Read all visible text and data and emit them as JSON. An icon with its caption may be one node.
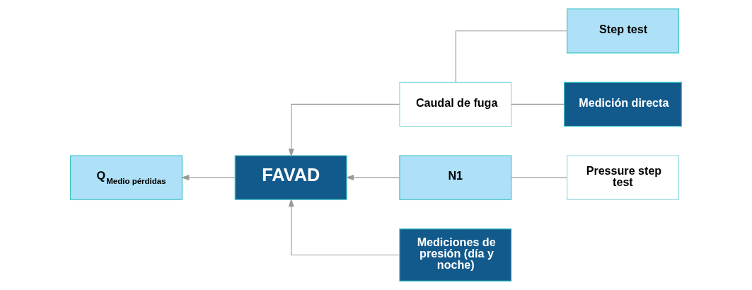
{
  "diagram": {
    "nodes": [
      {
        "text": [
          "Q$_{Medio pérdidas}$"
        ]
      },
      {
        "text": [
          "FAVAD"
        ]
      },
      {
        "text": [
          "Caudal de fuga"
        ]
      },
      {
        "text": [
          "Step test"
        ]
      },
      {
        "text": [
          "Medición directa"
        ]
      },
      {
        "text": [
          "N1"
        ]
      },
      {
        "text": [
          "Pressure step test"
        ]
      },
      {
        "text": [
          "Mediciones de presión (día y noche)"
        ]
      }
    ],
    "edges": [
      {
        "from": 1,
        "to": 0,
        "arrow": "to"
      },
      {
        "from": 2,
        "to": 1,
        "arrow": "to"
      },
      {
        "from": 5,
        "to": 1,
        "arrow": "to"
      },
      {
        "from": 7,
        "to": 1,
        "arrow": "to"
      },
      {
        "from": 2,
        "to": 3,
        "arrow": "none"
      },
      {
        "from": 2,
        "to": 4,
        "arrow": "none"
      },
      {
        "from": 5,
        "to": 6,
        "arrow": "none"
      }
    ]
  }
}
